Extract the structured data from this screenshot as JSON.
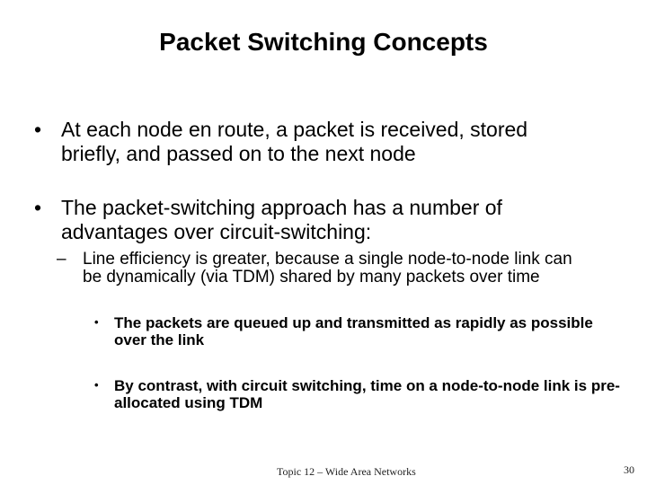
{
  "slide": {
    "title": "Packet Switching Concepts",
    "bullets_l1": [
      {
        "marker": "•",
        "lines": [
          "At each node en route, a packet is received, stored",
          "briefly, and passed on to the next node"
        ]
      },
      {
        "marker": "•",
        "lines": [
          "The packet-switching approach has a number of",
          "advantages over circuit-switching:"
        ]
      }
    ],
    "bullet_l2": {
      "marker": "–",
      "lines": [
        "Line efficiency is greater, because a single node-to-node link can",
        "be dynamically (via TDM) shared by many packets over time"
      ]
    },
    "bullets_l3": [
      {
        "marker": "•",
        "lines": [
          "The packets are queued up and transmitted as rapidly as possible",
          "over the link"
        ]
      },
      {
        "marker": "•",
        "lines": [
          "By contrast, with circuit switching, time on a node-to-node link is pre-",
          "allocated using TDM"
        ]
      }
    ],
    "footer": "Topic 12 – Wide Area Networks",
    "page_number": "30",
    "colors": {
      "background": "#ffffff",
      "text": "#000000",
      "footer_text": "#1f1f1f"
    }
  }
}
